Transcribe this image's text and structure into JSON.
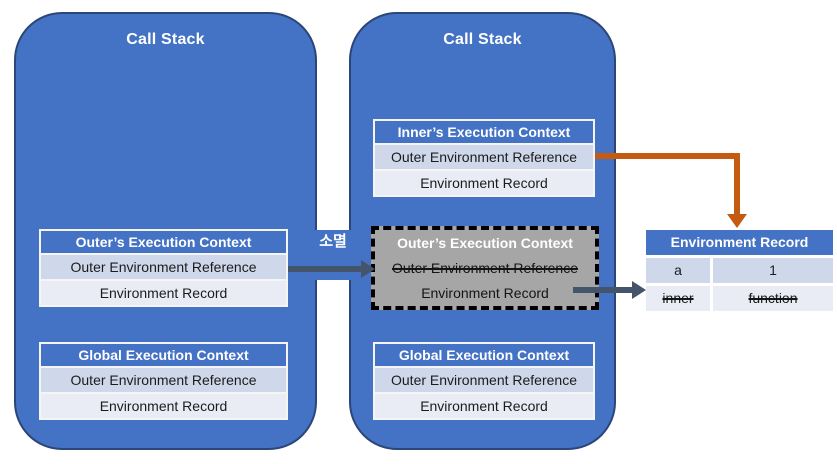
{
  "left_panel": {
    "title": "Call Stack",
    "outer_stack": {
      "header": "Outer’s Execution Context",
      "rows": [
        "Outer Environment Reference",
        "Environment Record"
      ]
    },
    "global_stack": {
      "header": "Global Execution Context",
      "rows": [
        "Outer Environment Reference",
        "Environment Record"
      ]
    }
  },
  "right_panel": {
    "title": "Call Stack",
    "inner_stack": {
      "header": "Inner’s Execution Context",
      "rows": [
        "Outer Environment Reference",
        "Environment Record"
      ]
    },
    "destroyed_stack": {
      "header": "Outer’s Execution Context",
      "rows": [
        "Outer Environment Reference",
        "Environment Record"
      ]
    },
    "global_stack": {
      "header": "Global Execution Context",
      "rows": [
        "Outer Environment Reference",
        "Environment Record"
      ]
    }
  },
  "annotations": {
    "destroy_label": "소멸"
  },
  "record_table": {
    "header": "Environment Record",
    "rows": [
      {
        "name": "a",
        "value": "1"
      },
      {
        "name": "inner",
        "value": "function"
      }
    ]
  },
  "colors": {
    "panel_blue": "#4472c4",
    "row_light": "#cfd7eb",
    "row_lighter": "#e9ecf5",
    "destroyed_gray": "#a6a6a6",
    "arrow_dark": "#44546a",
    "arrow_orange": "#c55a11"
  }
}
